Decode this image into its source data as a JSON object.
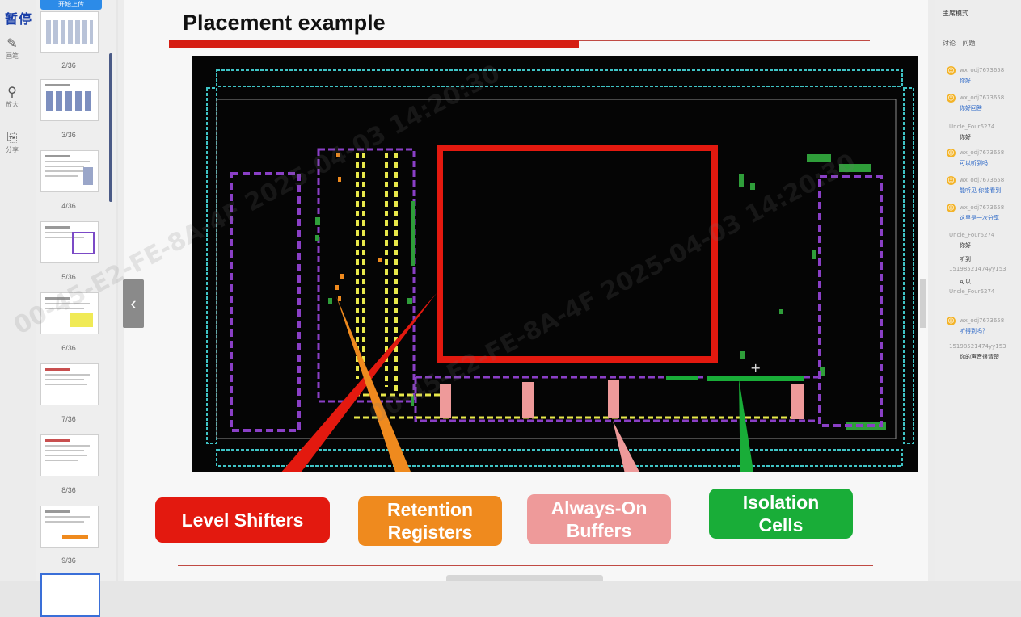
{
  "app": {
    "pause_label": "暂停",
    "upload_label": "开始上传"
  },
  "tools": [
    {
      "icon": "pen-icon",
      "glyph": "✎",
      "label": "画笔"
    },
    {
      "icon": "search-icon",
      "glyph": "⚲",
      "label": "放大"
    },
    {
      "icon": "share-icon",
      "glyph": "⎘",
      "label": "分享"
    }
  ],
  "thumbnails": [
    {
      "num": "2/36"
    },
    {
      "num": "3/36"
    },
    {
      "num": "4/36"
    },
    {
      "num": "5/36"
    },
    {
      "num": "6/36"
    },
    {
      "num": "7/36"
    },
    {
      "num": "8/36"
    },
    {
      "num": "9/36"
    }
  ],
  "slide": {
    "title": "Placement example",
    "callouts": {
      "level_shifters": "Level Shifters",
      "retention_registers": "Retention Registers",
      "always_on_buffers": "Always-On Buffers",
      "isolation_cells": "Isolation Cells"
    },
    "colors": {
      "level_shifters": "#e3190f",
      "retention_registers": "#ef8a1e",
      "always_on_buffers": "#ee9a9a",
      "isolation_cells": "#19ad38",
      "io_ring": "#3fc4c6",
      "power_domain": "#8a3fc6",
      "retention_region": "#e8e84a",
      "layout_bg": "#050505"
    }
  },
  "chat": {
    "mode": "主席模式",
    "tabs": [
      "讨论",
      "问题"
    ],
    "messages": [
      {
        "user": "wx_odj7673658",
        "text": "你好"
      },
      {
        "user": "wx_odj7673658",
        "text": "你好回答"
      },
      {
        "user": "Uncle_Four6274",
        "text": "你好"
      },
      {
        "user": "wx_odj7673658",
        "text": "可以听到吗"
      },
      {
        "user": "wx_odj7673658",
        "text": "能听见 你能看到"
      },
      {
        "user": "wx_odj7673658",
        "text": "这里是一次分享"
      },
      {
        "user": "Uncle_Four6274",
        "text": "你好"
      },
      {
        "user": "15198521474yy153",
        "text": "听到"
      },
      {
        "user": "Uncle_Four6274",
        "text": "可以"
      },
      {
        "user": "wx_odj7673658",
        "text": "听得到吗？"
      },
      {
        "user": "15198521474yy153",
        "text": "你的声音很清楚"
      }
    ]
  },
  "watermark": "00-45-E2-FE-8A-4F  2025-04-03 14:20:30"
}
